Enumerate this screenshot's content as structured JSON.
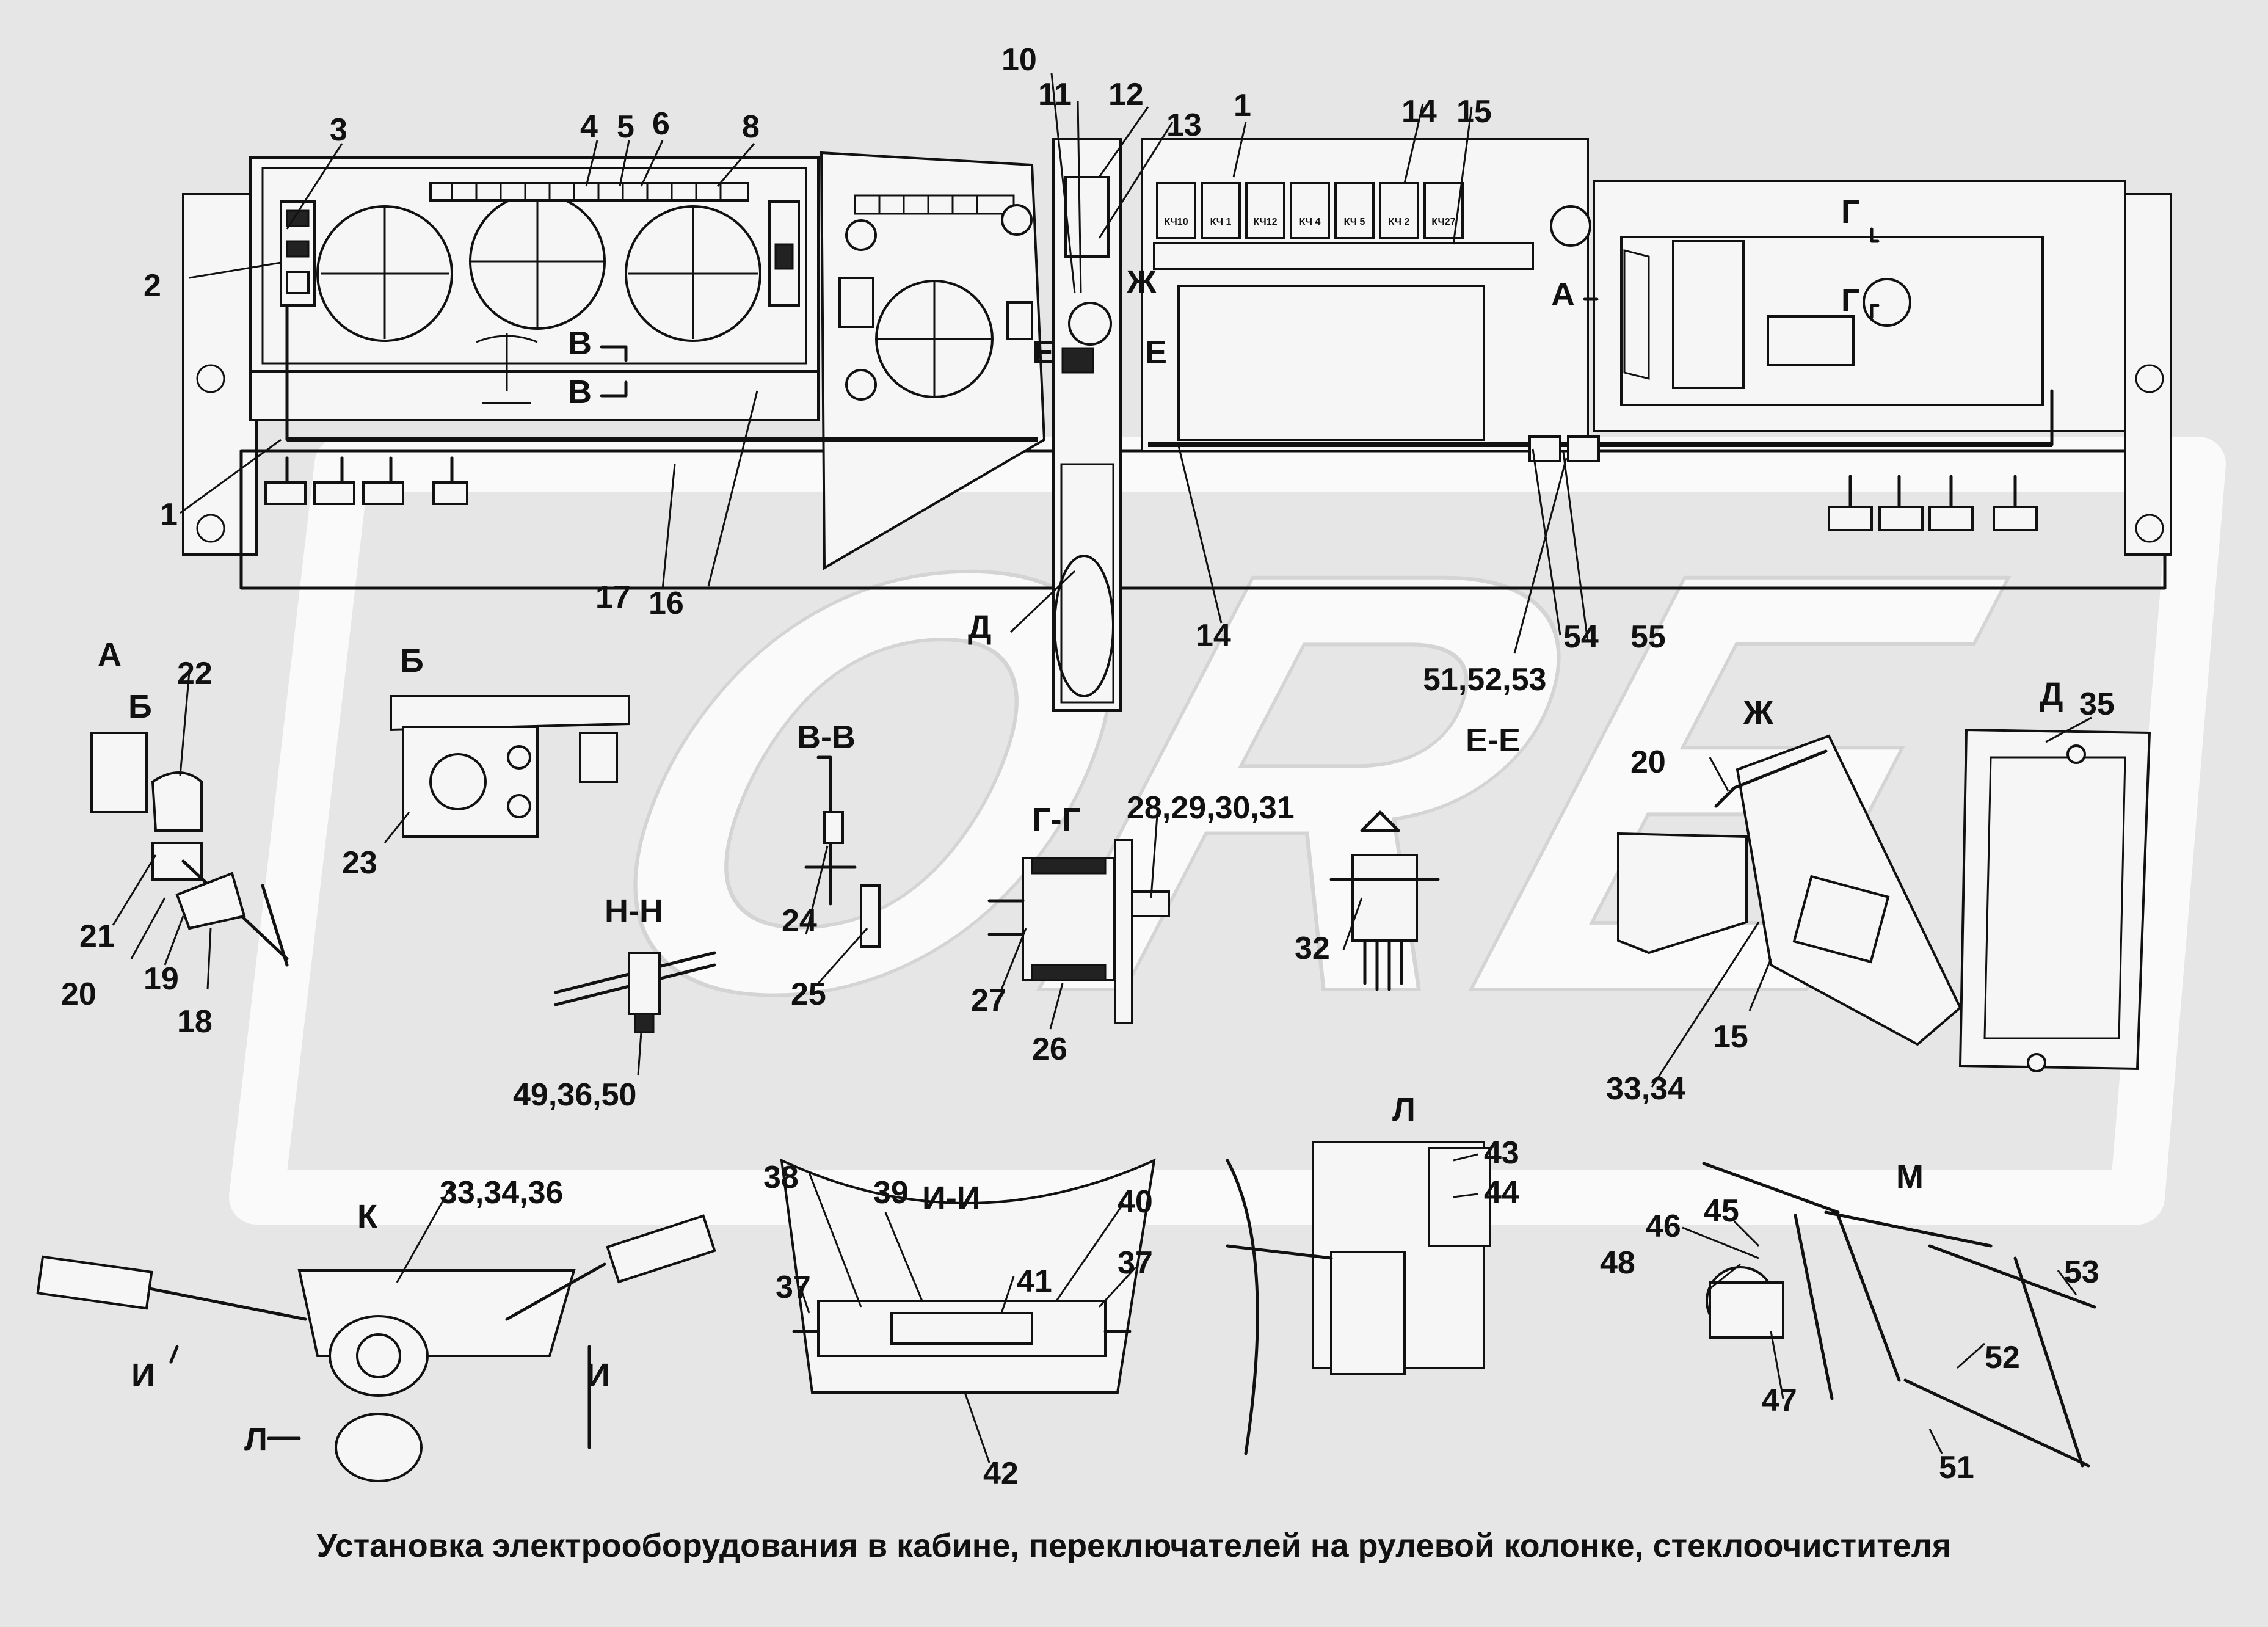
{
  "caption": "Установка электрооборудования в кабине, переключателей на рулевой колонке, стеклоочистителя",
  "watermark": "ORE",
  "sections": {
    "A": "А",
    "B": "Б",
    "VV": "В-В",
    "GG": "Г-Г",
    "EE": "Е-Е",
    "ZH": "Ж",
    "D": "Д",
    "NN": "Н-Н",
    "K": "К",
    "II": "И-И",
    "L": "Л",
    "M": "М",
    "cut_V": "В",
    "cut_G": "Г",
    "cut_E": "Е",
    "cut_ZH": "Ж",
    "cut_A": "А",
    "cut_B": "Б",
    "cut_I": "И",
    "cut_L": "Л"
  },
  "labels": {
    "n1": "1",
    "n2": "2",
    "n3": "3",
    "n4": "4",
    "n5": "5",
    "n6": "6",
    "n8": "8",
    "n10": "10",
    "n11": "11",
    "n12": "12",
    "n13": "13",
    "n14": "14",
    "n15": "15",
    "n16": "16",
    "n17": "17",
    "n18": "18",
    "n19": "19",
    "n20": "20",
    "n21": "21",
    "n22": "22",
    "n23": "23",
    "n24": "24",
    "n25": "25",
    "n26": "26",
    "n27": "27",
    "n28_31": "28,29,30,31",
    "n32": "32",
    "n33_34": "33,34",
    "n33_36": "33,34,36",
    "n35": "35",
    "n37": "37",
    "n38": "38",
    "n39": "39",
    "n40": "40",
    "n41": "41",
    "n42": "42",
    "n43": "43",
    "n44": "44",
    "n45": "45",
    "n46": "46",
    "n47": "47",
    "n48": "48",
    "n49_50": "49,36,50",
    "n51": "51",
    "n51_53": "51,52,53",
    "n52": "52",
    "n53": "53",
    "n54": "54",
    "n55": "55"
  },
  "fuse_labels": [
    "КЧ10",
    "КЧ 1",
    "КЧ12",
    "КЧ 4",
    "КЧ 5",
    "КЧ 2",
    "КЧ27"
  ]
}
